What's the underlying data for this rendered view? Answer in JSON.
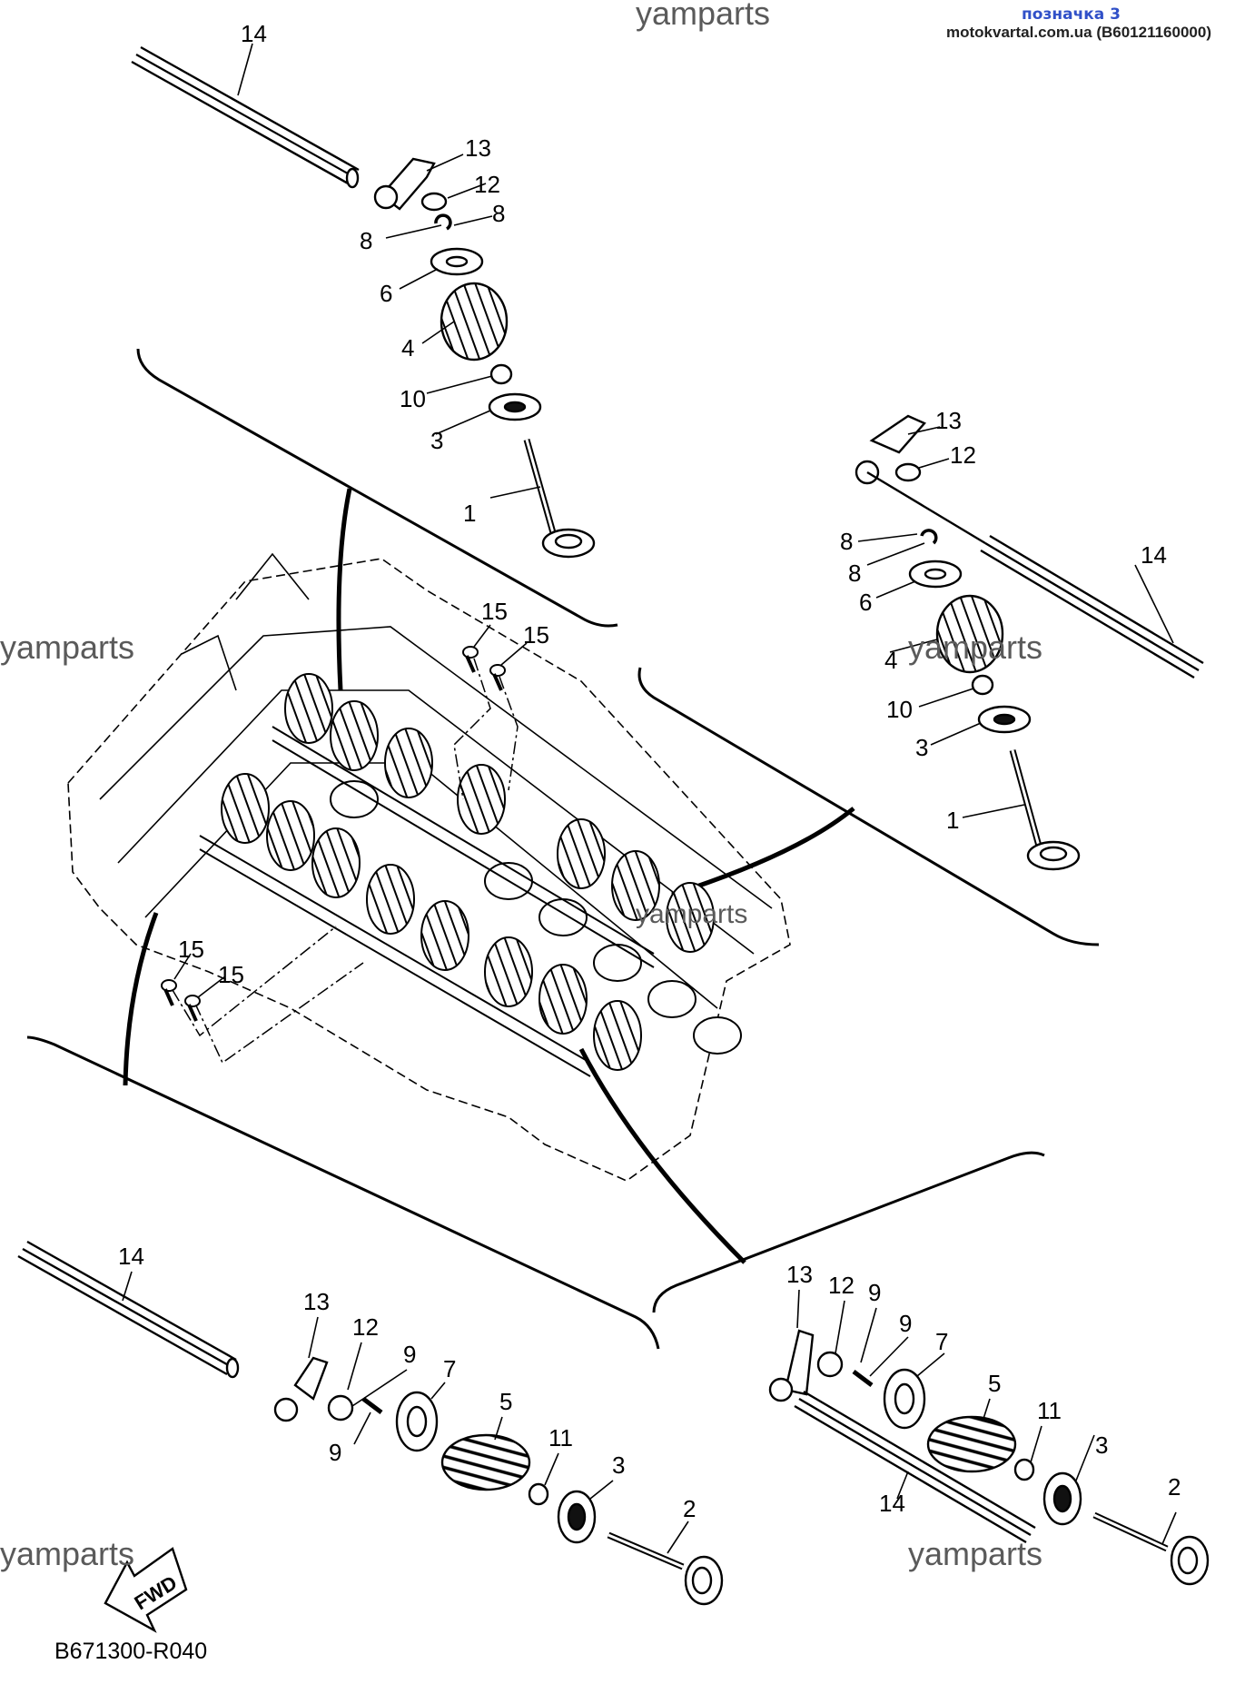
{
  "watermark": "yamparts",
  "header": {
    "tag": "позначка 3",
    "source": "motokvartal.com.ua (B60121160000)"
  },
  "diagram_code": "B671300-R040",
  "fwd_label": "FWD",
  "part_labels": {
    "p1": "1",
    "p2": "2",
    "p3": "3",
    "p4": "4",
    "p5": "5",
    "p6": "6",
    "p7": "7",
    "p8": "8",
    "p9": "9",
    "p10": "10",
    "p11": "11",
    "p12": "12",
    "p13": "13",
    "p14": "14",
    "p15": "15"
  }
}
